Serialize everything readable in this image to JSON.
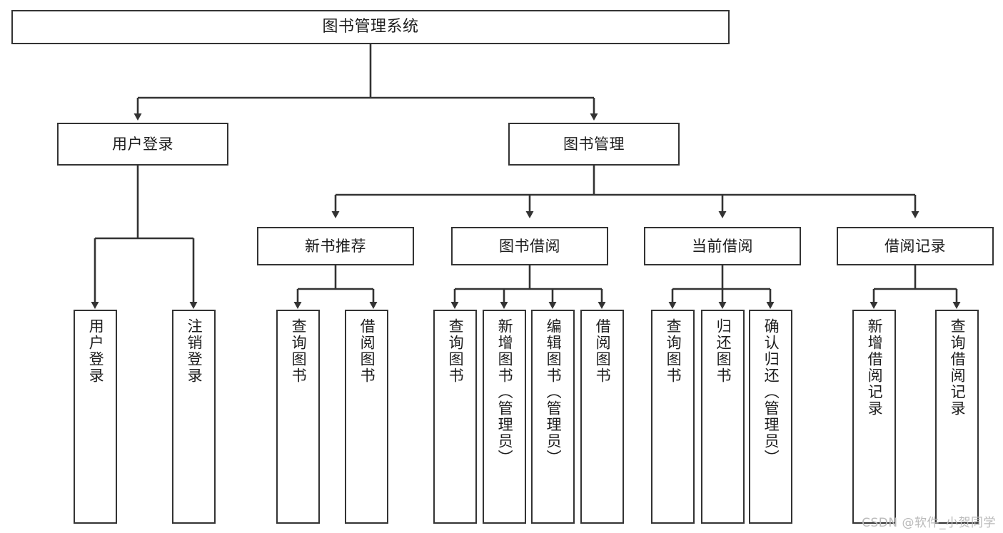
{
  "diagram": {
    "title": "图书管理系统",
    "watermark": "CSDN @软件_小贺同学",
    "stroke_color": "#333333",
    "background_color": "#ffffff",
    "text_color": "#1d1d1d"
  },
  "root": {
    "label": "图书管理系统"
  },
  "level2": [
    {
      "label": "用户登录"
    },
    {
      "label": "图书管理"
    }
  ],
  "level3": [
    {
      "label": "新书推荐"
    },
    {
      "label": "图书借阅"
    },
    {
      "label": "当前借阅"
    },
    {
      "label": "借阅记录"
    }
  ],
  "leaves": {
    "user_login": [
      {
        "label": "用户登录"
      },
      {
        "label": "注销登录"
      }
    ],
    "new_book": [
      {
        "label": "查询图书"
      },
      {
        "label": "借阅图书"
      }
    ],
    "book_borrow": [
      {
        "label": "查询图书"
      },
      {
        "label": "新增图书（管理员）"
      },
      {
        "label": "编辑图书（管理员）"
      },
      {
        "label": "借阅图书"
      }
    ],
    "current_borrow": [
      {
        "label": "查询图书"
      },
      {
        "label": "归还图书"
      },
      {
        "label": "确认归还（管理员）"
      }
    ],
    "borrow_record": [
      {
        "label": "新增借阅记录"
      },
      {
        "label": "查询借阅记录"
      }
    ]
  }
}
